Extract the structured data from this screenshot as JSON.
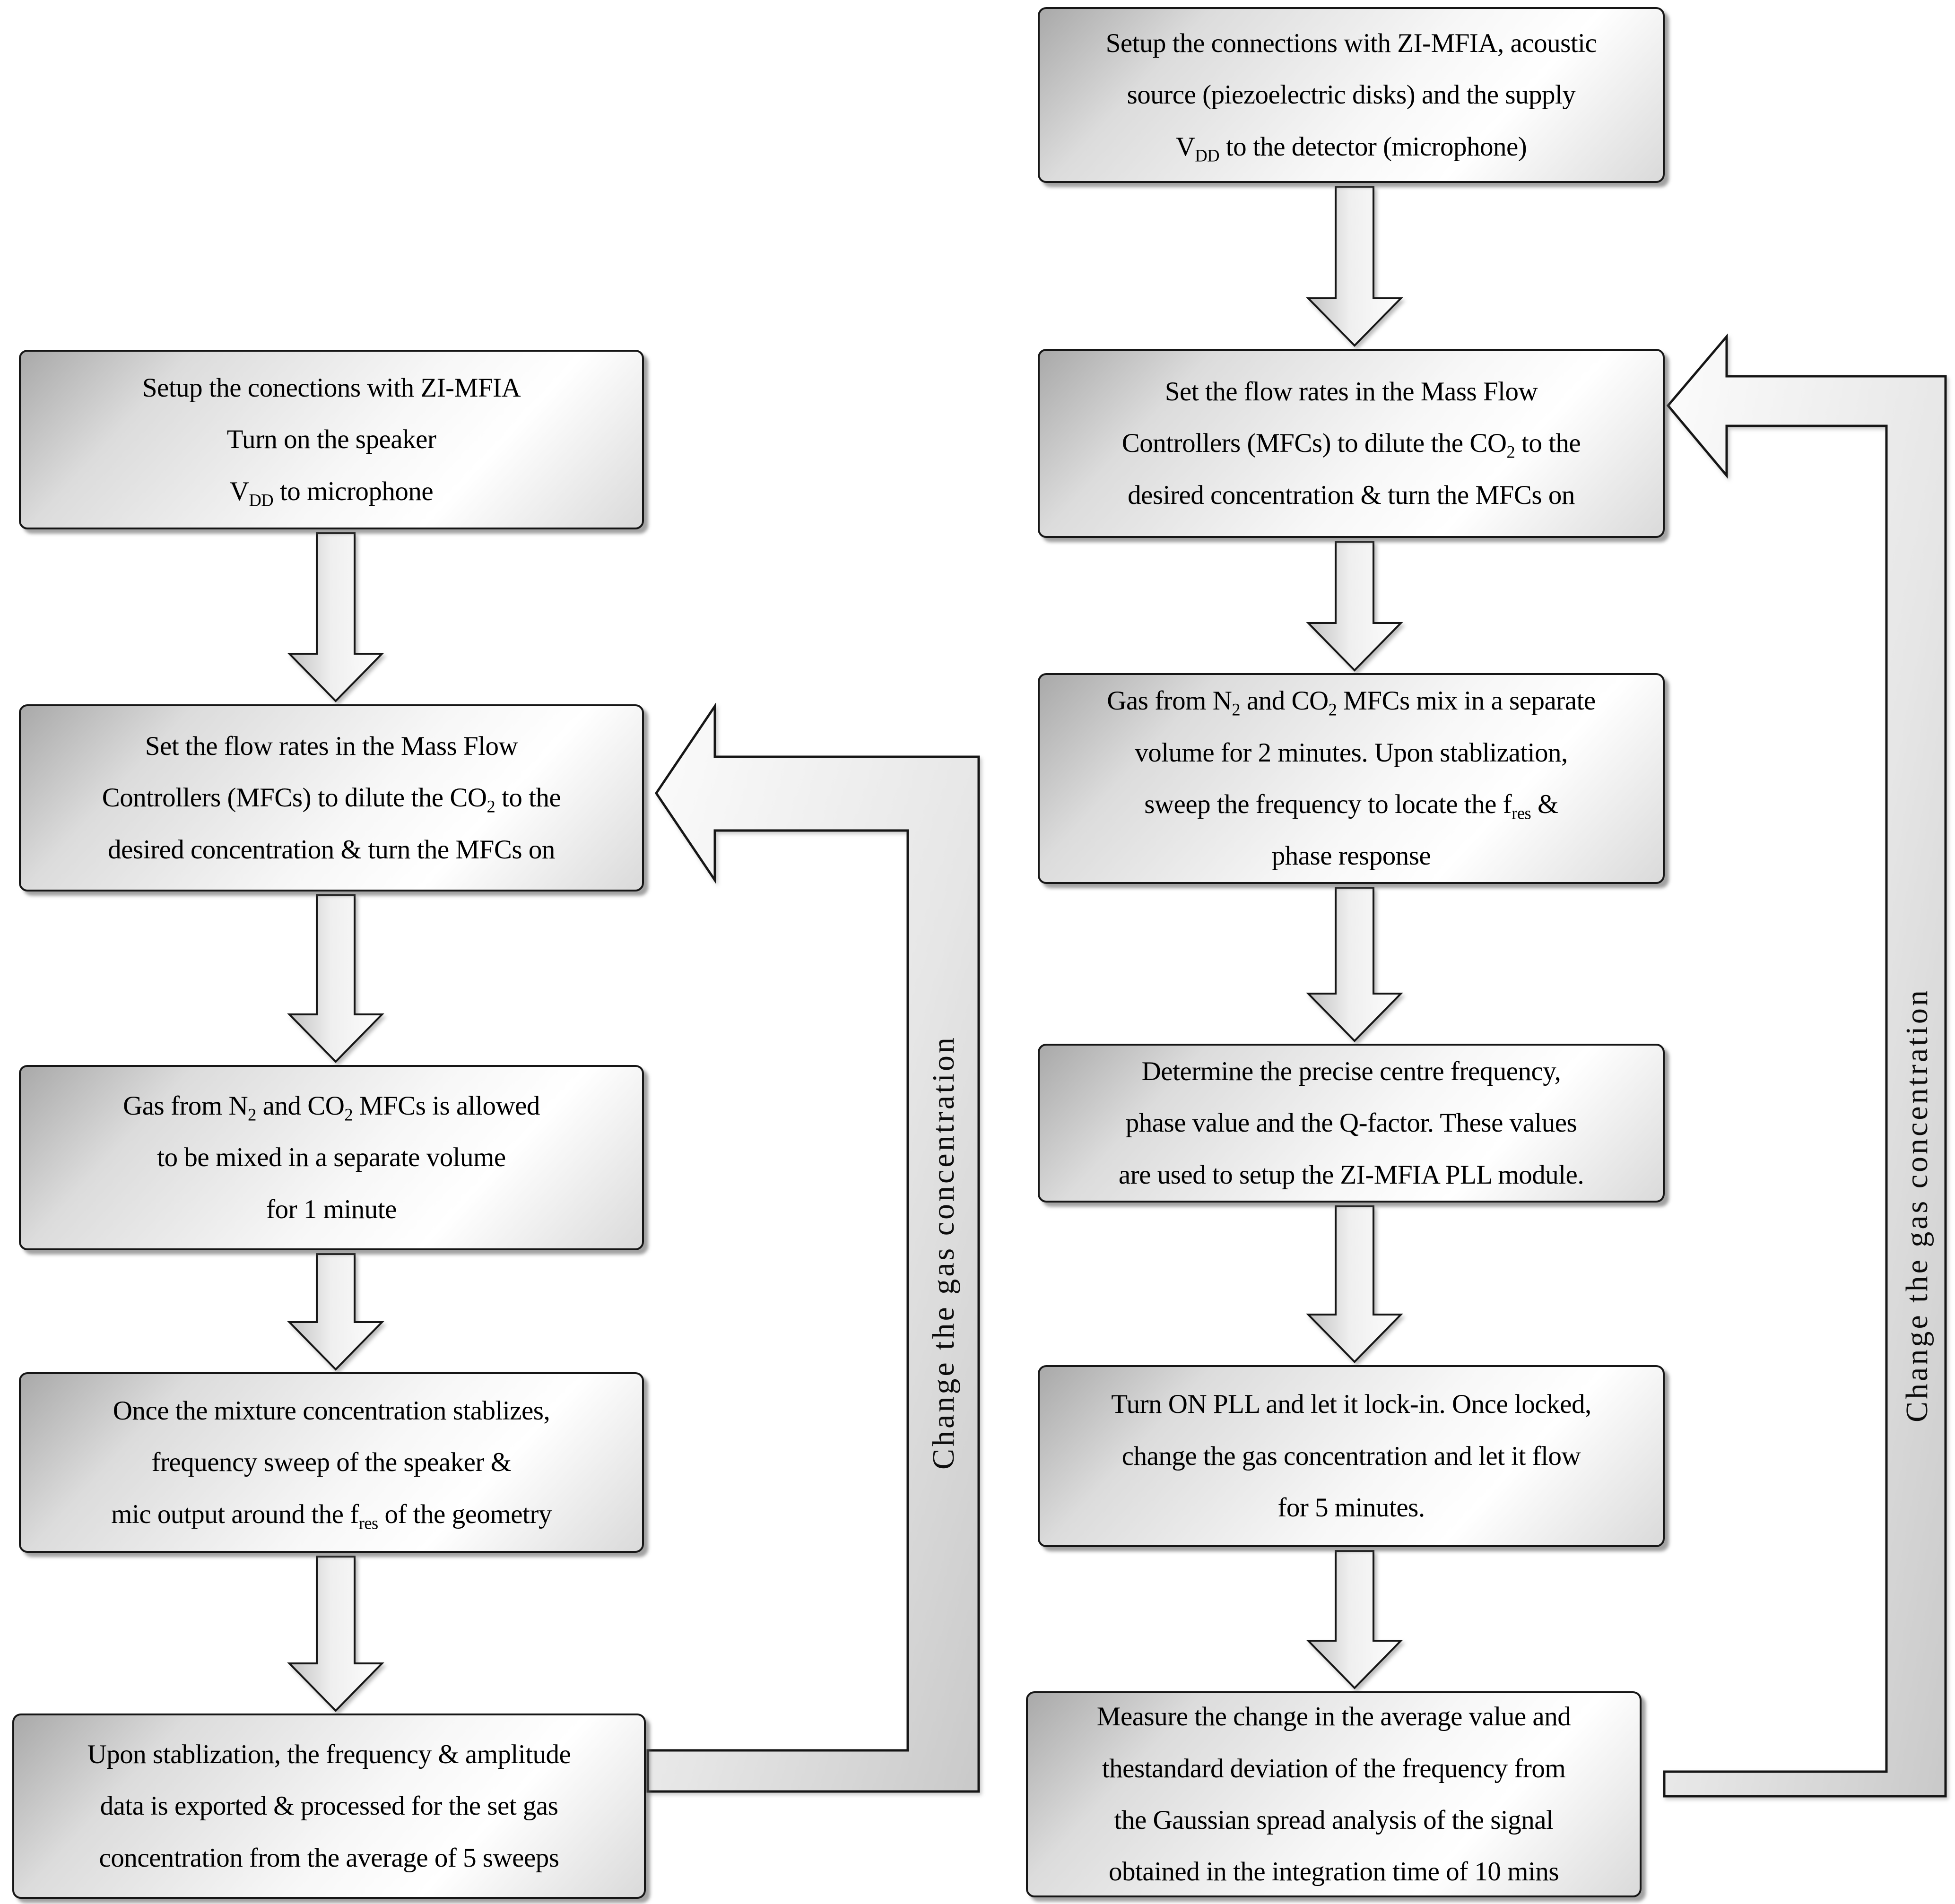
{
  "diagram": {
    "title": "",
    "style": {
      "background": "#ffffff",
      "box_outline": "#161616",
      "box_fill_light": "#f7f7f7",
      "box_fill_dark": "#a9a9a9",
      "arrow_fill_light": "#f5f5f5",
      "arrow_fill_dark": "#c6c6c6",
      "text_color": "#000000"
    },
    "left_column": {
      "boxes": [
        {
          "lines": [
            "Setup the conections with ZI-MFIA",
            "Turn on the speaker",
            "V_{DD} to microphone"
          ]
        },
        {
          "lines": [
            "Set the flow rates in the Mass Flow",
            "Controllers (MFCs) to dilute the CO_{2} to the",
            "desired concentration & turn the MFCs on"
          ]
        },
        {
          "lines": [
            "Gas from N_{2} and CO_{2} MFCs is allowed",
            "to be mixed in a separate volume",
            "for 1 minute"
          ]
        },
        {
          "lines": [
            "Once the mixture concentration stablizes,",
            "frequency sweep of the speaker &",
            "mic output around the f_{res} of the geometry"
          ]
        },
        {
          "lines": [
            "Upon stablization, the frequency & amplitude",
            "data is exported & processed for the set gas",
            "concentration from the average of 5 sweeps"
          ]
        }
      ],
      "feedback_label": "Change the gas concentration"
    },
    "right_column": {
      "boxes": [
        {
          "lines": [
            "Setup the connections with ZI-MFIA, acoustic",
            "source (piezoelectric disks) and the supply",
            "V_{DD} to the detector (microphone)"
          ]
        },
        {
          "lines": [
            "Set the flow rates in the Mass Flow",
            "Controllers (MFCs) to dilute the CO_{2} to the",
            "desired concentration & turn the MFCs on"
          ]
        },
        {
          "lines": [
            "Gas from N_{2} and CO_{2} MFCs mix in a separate",
            "volume for 2 minutes. Upon stablization,",
            "sweep the frequency to locate the f_{res}  &",
            "phase response"
          ]
        },
        {
          "lines": [
            "Determine the precise centre frequency,",
            "phase value and the Q-factor. These values",
            "are used to setup the ZI-MFIA PLL module."
          ]
        },
        {
          "lines": [
            "Turn ON PLL and let it lock-in. Once locked,",
            "change the gas concentration and let it flow",
            "for 5 minutes."
          ]
        },
        {
          "lines": [
            "Measure the change in the average value and",
            "thestandard deviation of the frequency from",
            "the Gaussian spread analysis of the signal",
            "obtained in the integration time of 10 mins"
          ]
        }
      ],
      "feedback_label": "Change the gas concentration"
    }
  }
}
